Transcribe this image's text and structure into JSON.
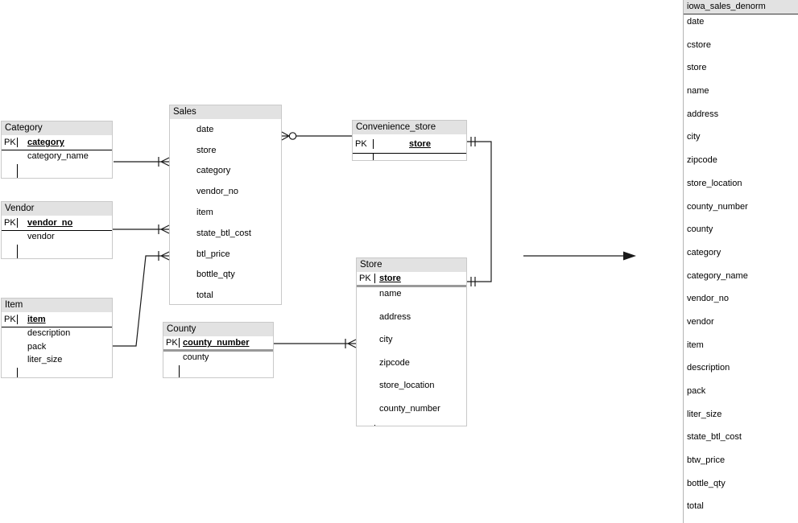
{
  "diagram": {
    "tables": {
      "category": {
        "title": "Category",
        "pk_label": "PK",
        "pk_field": "category",
        "fields": [
          "category_name"
        ]
      },
      "vendor": {
        "title": "Vendor",
        "pk_label": "PK",
        "pk_field": "vendor_no",
        "fields": [
          "vendor"
        ]
      },
      "item": {
        "title": "Item",
        "pk_label": "PK",
        "pk_field": "item",
        "fields": [
          "description",
          "pack",
          "liter_size"
        ]
      },
      "sales": {
        "title": "Sales",
        "fields": [
          "date",
          "store",
          "category",
          "vendor_no",
          "item",
          "state_btl_cost",
          "btl_price",
          "bottle_qty",
          "total"
        ]
      },
      "county": {
        "title": "County",
        "pk_label": "PK",
        "pk_field": "county_number",
        "fields": [
          "county"
        ]
      },
      "convenience_store": {
        "title": "Convenience_store",
        "pk_label": "PK",
        "pk_field": "store",
        "fields": []
      },
      "store": {
        "title": "Store",
        "pk_label": "PK",
        "pk_field": "store",
        "fields": [
          "name",
          "address",
          "city",
          "zipcode",
          "store_location",
          "county_number"
        ]
      }
    },
    "relationships": [
      {
        "from": "Category",
        "to": "Sales",
        "cardinality": "one-to-many"
      },
      {
        "from": "Vendor",
        "to": "Sales",
        "cardinality": "one-to-many"
      },
      {
        "from": "Item",
        "to": "Sales",
        "cardinality": "one-to-many"
      },
      {
        "from": "Sales",
        "to": "Convenience_store",
        "cardinality": "zero-or-many-to-one"
      },
      {
        "from": "Convenience_store",
        "to": "Store",
        "cardinality": "one-to-one"
      },
      {
        "from": "County",
        "to": "Store",
        "cardinality": "one-to-many"
      }
    ],
    "denorm": {
      "title": "iowa_sales_denorm",
      "fields": [
        "date",
        "cstore",
        "store",
        "name",
        "address",
        "city",
        "zipcode",
        "store_location",
        "county_number",
        "county",
        "category",
        "category_name",
        "vendor_no",
        "vendor",
        "item",
        "description",
        "pack",
        "liter_size",
        "state_btl_cost",
        "btw_price",
        "bottle_qty",
        "total"
      ]
    },
    "colors": {
      "header_bg": "#e2e2e2",
      "table_border": "#c9c9c9",
      "line": "#1a1a1a",
      "pk_divider_gray": "#999999"
    }
  }
}
